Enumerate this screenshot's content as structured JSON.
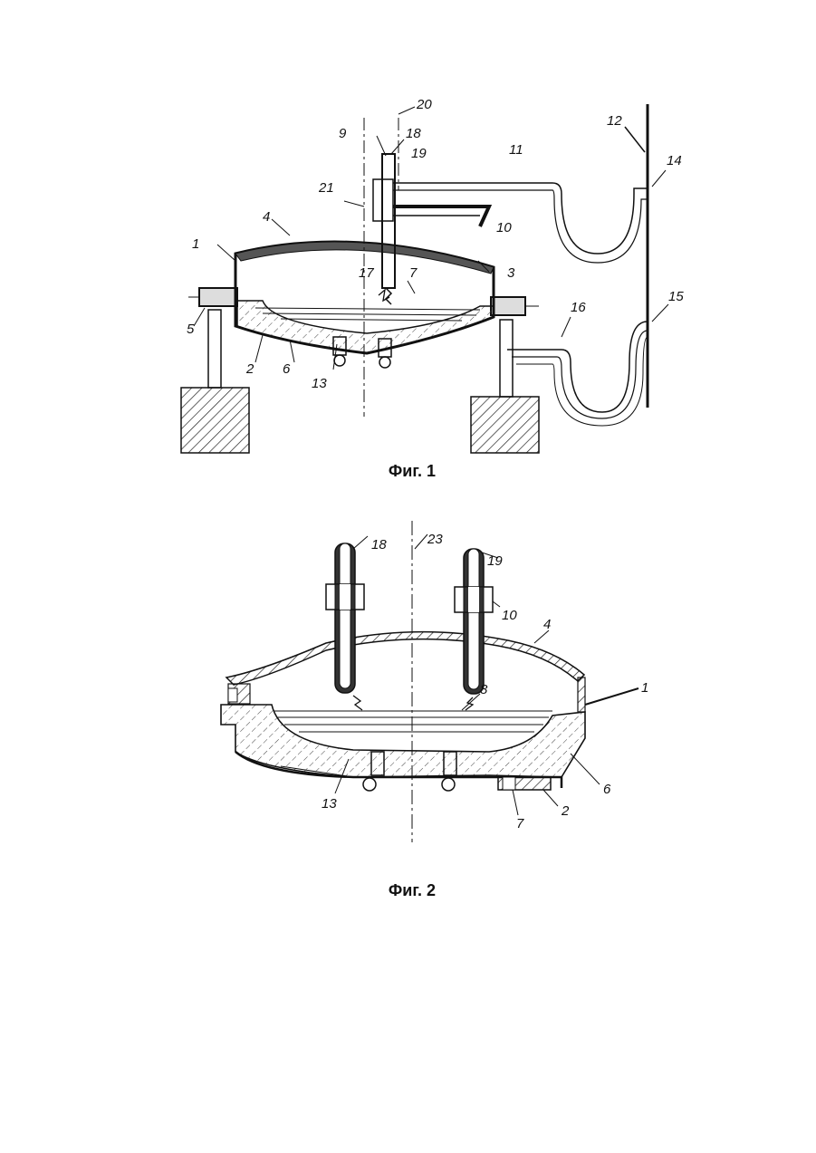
{
  "figures": [
    {
      "caption": "Фиг. 1",
      "labels": [
        "1",
        "2",
        "3",
        "4",
        "5",
        "6",
        "7",
        "9",
        "10",
        "11",
        "12",
        "13",
        "14",
        "15",
        "16",
        "17",
        "18",
        "19",
        "20",
        "21"
      ]
    },
    {
      "caption": "Фиг. 2",
      "labels": [
        "1",
        "2",
        "4",
        "6",
        "7",
        "8",
        "10",
        "13",
        "18",
        "19",
        "23"
      ]
    }
  ]
}
